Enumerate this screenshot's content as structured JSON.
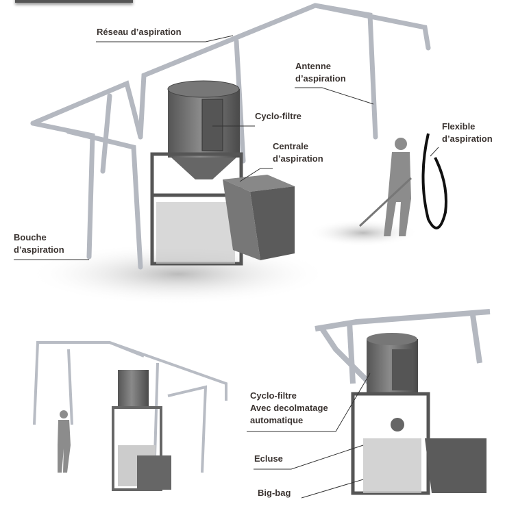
{
  "top_scene": {
    "labels": {
      "reseau": "Réseau d’aspiration",
      "antenne_1": "Antenne",
      "antenne_2": "d’aspiration",
      "cyclo": "Cyclo-filtre",
      "centrale_1": "Centrale",
      "centrale_2": "d’aspiration",
      "flexible_1": "Flexible",
      "flexible_2": "d’aspiration",
      "bouche_1": "Bouche",
      "bouche_2": "d’aspiration"
    }
  },
  "bottom_scene": {
    "labels": {
      "cyclo_1": "Cyclo-filtre",
      "cyclo_2": "Avec decolmatage",
      "cyclo_3": "automatique",
      "ecluse": "Ecluse",
      "bigbag": "Big-bag"
    }
  },
  "colors": {
    "pipe": "#b8bcc4",
    "machine": "#6e6e6e",
    "label": "#3a3330"
  }
}
